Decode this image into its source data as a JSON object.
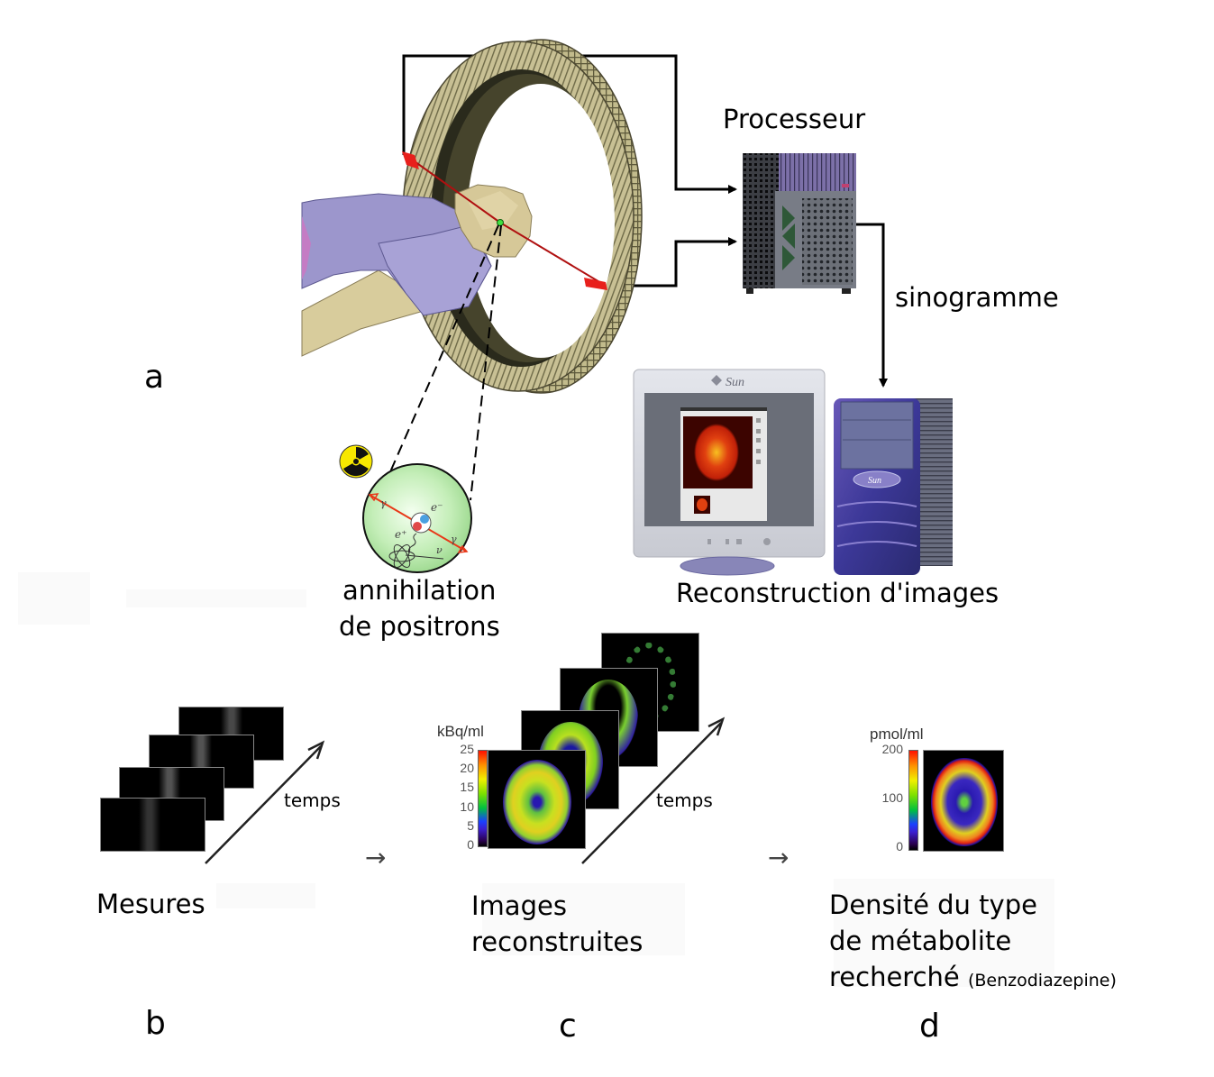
{
  "panel_a": {
    "letter": "a",
    "processor_label": "Processeur",
    "sinogram_label": "sinogramme",
    "annihilation_label_line1": "annihilation",
    "annihilation_label_line2": "de positrons",
    "reconstruction_label": "Reconstruction d'images",
    "monitor_brand": "Sun",
    "workstation_brand": "Sun",
    "physics_symbols": {
      "gamma": "γ",
      "electron": "e⁻",
      "positron": "e⁺",
      "neutrino": "ν"
    },
    "icons": [
      "pet-scanner-ring",
      "patient-figure",
      "processor-server",
      "sun-monitor",
      "sun-workstation",
      "radiation-icon",
      "annihilation-sphere"
    ]
  },
  "panel_b": {
    "letter": "b",
    "label": "Mesures",
    "time_label": "temps",
    "frames": 4
  },
  "panel_c": {
    "letter": "c",
    "label_line1": "Images",
    "label_line2": "reconstruites",
    "time_label": "temps",
    "frames": 4,
    "colorbar": {
      "unit": "kBq/ml",
      "ticks": [
        "25",
        "20",
        "15",
        "10",
        "5",
        "0"
      ],
      "range": [
        0,
        25
      ]
    }
  },
  "panel_d": {
    "letter": "d",
    "label_line1": "Densité du type",
    "label_line2": "de métabolite",
    "label_line3": "recherché",
    "label_note": "(Benzodiazepine)",
    "colorbar": {
      "unit": "pmol/ml",
      "ticks": [
        "200",
        "100",
        "0"
      ],
      "range": [
        0,
        200
      ]
    }
  },
  "flow_arrow": "→",
  "colors": {
    "detector_red": "#e8201c",
    "ring_khaki": "#c8c094",
    "patient_purple": "#9890c8",
    "skin_tan": "#d8c898",
    "sphere_green": "#c8f0c0",
    "radiation_yellow": "#f8e800"
  }
}
